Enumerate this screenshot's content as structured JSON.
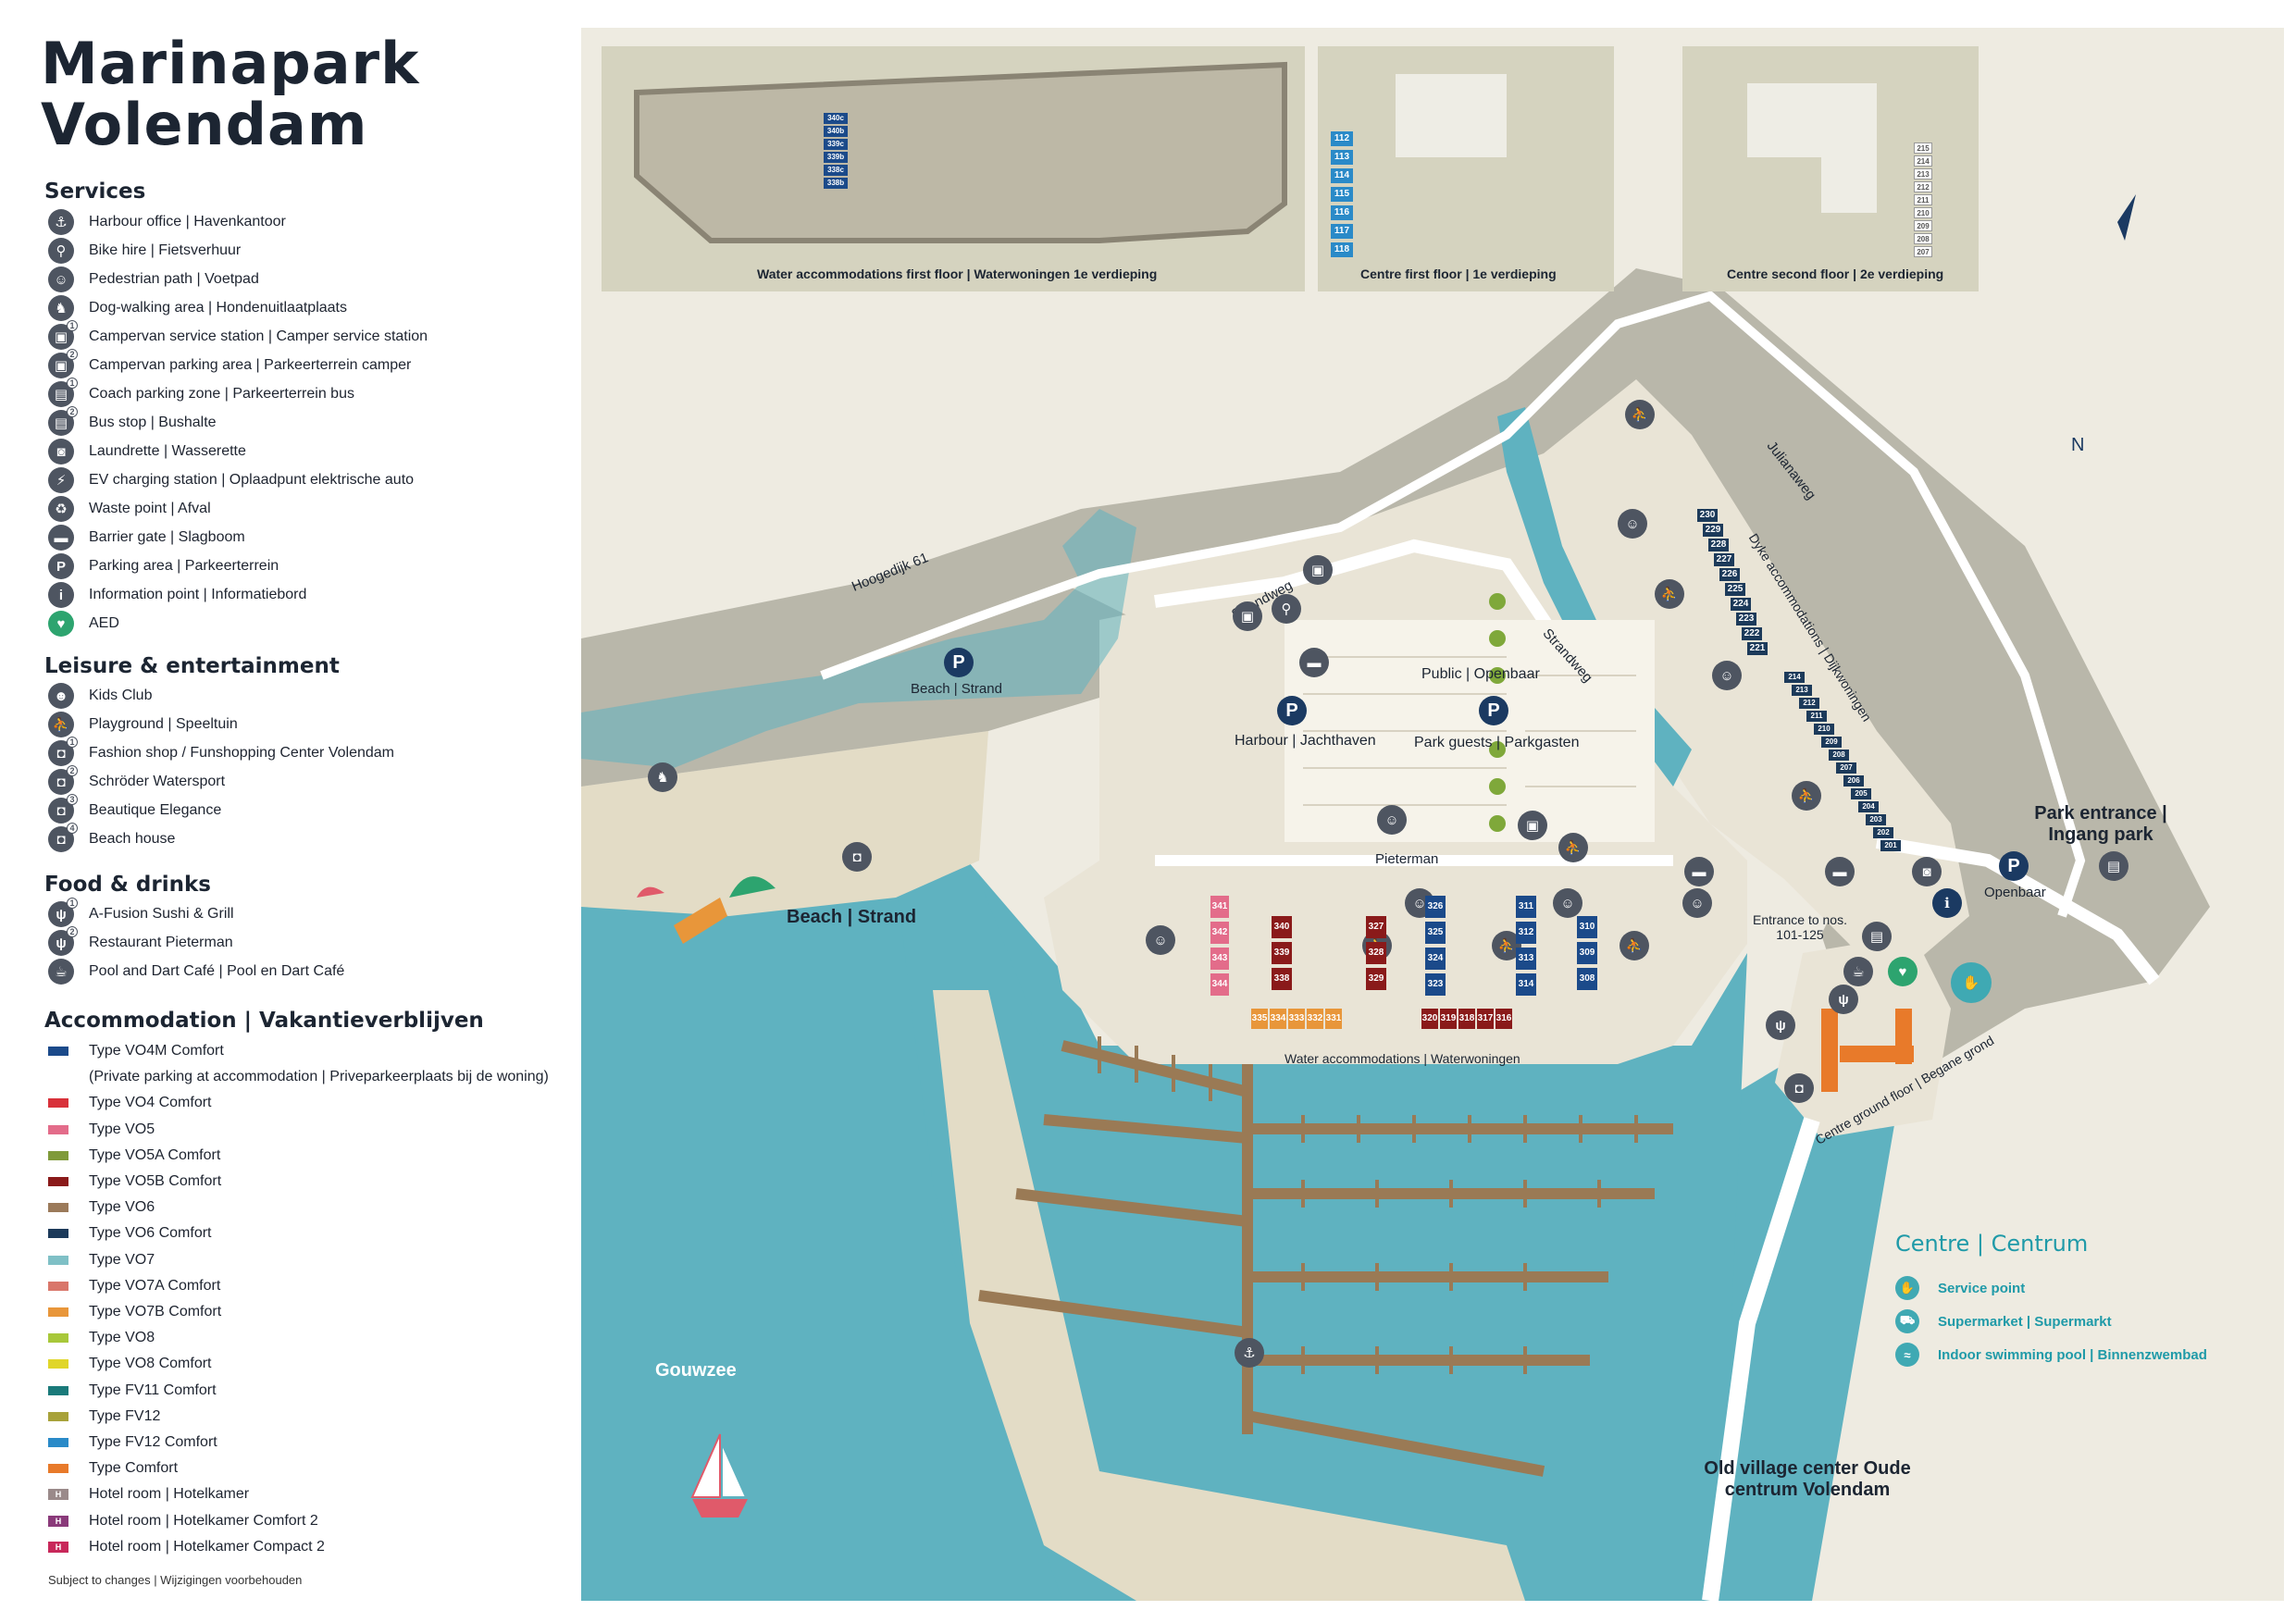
{
  "title": {
    "line1": "Marinapark",
    "line2": "Volendam"
  },
  "services": {
    "heading": "Services",
    "items": [
      {
        "label": "Harbour office | Havenkantoor",
        "icon": "anchor-icon",
        "glyph": "⚓"
      },
      {
        "label": "Bike hire | Fietsverhuur",
        "icon": "bike-icon",
        "glyph": "⚲"
      },
      {
        "label": "Pedestrian path | Voetpad",
        "icon": "pedestrian-icon",
        "glyph": "☺"
      },
      {
        "label": "Dog-walking area | Hondenuitlaatplaats",
        "icon": "dog-icon",
        "glyph": "♞"
      },
      {
        "label": "Campervan service station | Camper service station",
        "icon": "campervan-service-icon",
        "glyph": "▣",
        "num": "1"
      },
      {
        "label": "Campervan parking area | Parkeerterrein camper",
        "icon": "campervan-parking-icon",
        "glyph": "▣",
        "num": "2"
      },
      {
        "label": "Coach parking zone | Parkeerterrein bus",
        "icon": "coach-icon",
        "glyph": "▤",
        "num": "1"
      },
      {
        "label": "Bus stop | Bushalte",
        "icon": "bus-stop-icon",
        "glyph": "▤",
        "num": "2"
      },
      {
        "label": "Laundrette | Wasserette",
        "icon": "laundrette-icon",
        "glyph": "◙"
      },
      {
        "label": "EV charging station | Oplaadpunt elektrische auto",
        "icon": "ev-charging-icon",
        "glyph": "⚡"
      },
      {
        "label": "Waste point | Afval",
        "icon": "waste-icon",
        "glyph": "♻"
      },
      {
        "label": "Barrier gate | Slagboom",
        "icon": "barrier-icon",
        "glyph": "▬"
      },
      {
        "label": "Parking area | Parkeerterrein",
        "icon": "parking-icon",
        "glyph": "P"
      },
      {
        "label": "Information point | Informatiebord",
        "icon": "info-icon",
        "glyph": "i"
      },
      {
        "label": "AED",
        "icon": "aed-icon",
        "glyph": "♥"
      }
    ]
  },
  "leisure": {
    "heading": "Leisure & entertainment",
    "items": [
      {
        "label": "Kids Club",
        "icon": "kids-club-icon",
        "glyph": "☻"
      },
      {
        "label": "Playground | Speeltuin",
        "icon": "playground-icon",
        "glyph": "⛹"
      },
      {
        "label": "Fashion shop / Funshopping Center Volendam",
        "icon": "shop-icon",
        "glyph": "◘",
        "num": "1"
      },
      {
        "label": "Schröder Watersport",
        "icon": "shop-icon",
        "glyph": "◘",
        "num": "2"
      },
      {
        "label": "Beautique Elegance",
        "icon": "shop-icon",
        "glyph": "◘",
        "num": "3"
      },
      {
        "label": "Beach house",
        "icon": "shop-icon",
        "glyph": "◘",
        "num": "4"
      }
    ]
  },
  "food": {
    "heading": "Food & drinks",
    "items": [
      {
        "label": "A-Fusion Sushi & Grill",
        "icon": "restaurant-icon",
        "glyph": "ψ",
        "num": "1"
      },
      {
        "label": "Restaurant Pieterman",
        "icon": "restaurant-icon",
        "glyph": "ψ",
        "num": "2"
      },
      {
        "label": "Pool and Dart Café | Pool en Dart Café",
        "icon": "cafe-icon",
        "glyph": "☕"
      }
    ]
  },
  "accommodation": {
    "heading": "Accommodation | Vakantieverblijven",
    "items": [
      {
        "label": "Type VO4M Comfort",
        "color": "#1b4a8a"
      },
      {
        "label": "(Private parking at accommodation | Priveparkeerplaats bij de woning)",
        "color": ""
      },
      {
        "label": "Type VO4 Comfort",
        "color": "#d8313a"
      },
      {
        "label": "Type VO5",
        "color": "#e36c8a"
      },
      {
        "label": "Type VO5A Comfort",
        "color": "#7f9a3a"
      },
      {
        "label": "Type VO5B Comfort",
        "color": "#8a1a1a"
      },
      {
        "label": "Type VO6",
        "color": "#9b7a5a"
      },
      {
        "label": "Type VO6 Comfort",
        "color": "#1c3a5a"
      },
      {
        "label": "Type VO7",
        "color": "#7fc0c6"
      },
      {
        "label": "Type VO7A Comfort",
        "color": "#d9766a"
      },
      {
        "label": "Type VO7B Comfort",
        "color": "#e8963a"
      },
      {
        "label": "Type VO8",
        "color": "#a8c83a"
      },
      {
        "label": "Type VO8 Comfort",
        "color": "#e0d62a"
      },
      {
        "label": "Type FV11 Comfort",
        "color": "#1a7a7a"
      },
      {
        "label": "Type FV12",
        "color": "#a8a23a"
      },
      {
        "label": "Type FV12 Comfort",
        "color": "#2a8ac8"
      },
      {
        "label": "Type Comfort",
        "color": "#e87a2a"
      },
      {
        "label": "Hotel room | Hotelkamer",
        "color": "#9a8a8a",
        "mark": "H"
      },
      {
        "label": "Hotel room | Hotelkamer Comfort 2",
        "color": "#8a3a7a",
        "mark": "H"
      },
      {
        "label": "Hotel room | Hotelkamer Compact 2",
        "color": "#c8285a",
        "mark": "H"
      }
    ]
  },
  "footnote": "Subject to changes | Wijzigingen voorbehouden",
  "map": {
    "insets": {
      "water_first": "Water accommodations first floor | Waterwoningen 1e verdieping",
      "centre_first": "Centre first floor | 1e verdieping",
      "centre_second": "Centre second floor | 2e verdieping"
    },
    "roads": {
      "hoogedijk": "Hoogedijk 61",
      "strandweg1": "Strandweg",
      "strandweg2": "Strandweg",
      "julianaweg": "Julianaweg",
      "pieterman": "Pieterman",
      "dyke": "Dyke accommodations | Dijkwoningen"
    },
    "places": {
      "beach_parking": "Beach | Strand",
      "public_parking": "Public | Openbaar",
      "harbour_parking": "Harbour | Jachthaven",
      "guests_parking": "Park guests | Parkgasten",
      "beach": "Beach | Strand",
      "park_entrance": "Park entrance | Ingang park",
      "openbaar": "Openbaar",
      "entrance_nos": "Entrance to nos. 101-125",
      "water_acc": "Water accommodations | Waterwoningen",
      "centre_ground": "Centre ground floor | Begane grond",
      "gouwzee": "Gouwzee",
      "old_village": "Old village center Oude centrum Volendam",
      "north": "N"
    },
    "centre_legend": {
      "title": "Centre | Centrum",
      "items": [
        {
          "label": "Service point",
          "icon": "service-point-icon",
          "glyph": "✋"
        },
        {
          "label": "Supermarket | Supermarkt",
          "icon": "supermarket-icon",
          "glyph": "⛟"
        },
        {
          "label": "Indoor swimming pool | Binnenzwembad",
          "icon": "swimming-pool-icon",
          "glyph": "≈"
        }
      ]
    },
    "units": {
      "row_332": [
        "335",
        "334",
        "333",
        "332",
        "331"
      ],
      "row_322": [
        "320",
        "319",
        "318",
        "317",
        "316"
      ],
      "col_340": [
        "340",
        "339",
        "338"
      ],
      "col_327": [
        "327",
        "328",
        "329"
      ],
      "col_326": [
        "326",
        "325",
        "324",
        "323"
      ],
      "col_311": [
        "311",
        "312",
        "313",
        "314"
      ],
      "col_310": [
        "310",
        "309",
        "308"
      ],
      "col_341": [
        "341",
        "342",
        "343",
        "344"
      ],
      "dyke_a": [
        "214",
        "213",
        "212",
        "211",
        "210",
        "209",
        "208",
        "207",
        "206",
        "205",
        "204",
        "203",
        "202",
        "201"
      ],
      "dyke_b": [
        "230",
        "229",
        "228",
        "227",
        "226",
        "225",
        "224",
        "223",
        "222",
        "221"
      ],
      "inset1_cols": [
        "340c",
        "340b",
        "339c",
        "339b",
        "338c",
        "338b"
      ],
      "inset2": [
        "112",
        "113",
        "114",
        "115",
        "116",
        "117",
        "118"
      ],
      "inset3": [
        "215",
        "214",
        "213",
        "212",
        "211",
        "210",
        "209",
        "208",
        "207"
      ]
    },
    "colors": {
      "water": "#5fb2c0",
      "land": "#e9e4d6",
      "dyke": "#b9b7aa",
      "road": "#ffffff",
      "jetty": "#9a7a55",
      "teal": "#1f9aa8"
    }
  }
}
